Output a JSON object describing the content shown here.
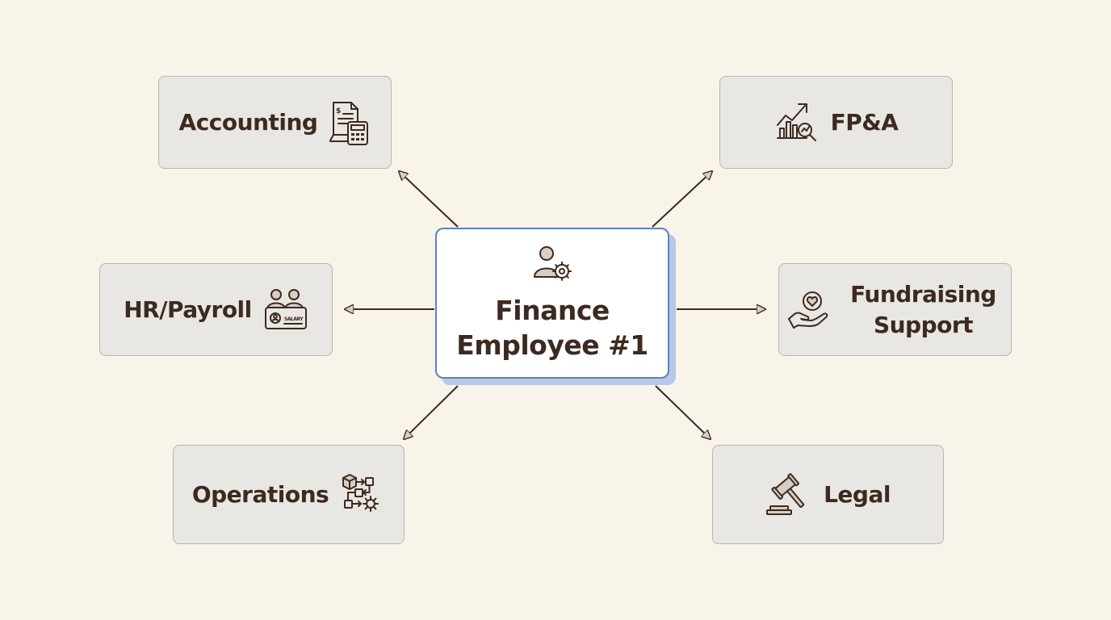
{
  "center": {
    "line1": "Finance",
    "line2": "Employee #1",
    "icon": "user-gear-icon"
  },
  "nodes": {
    "accounting": {
      "label": "Accounting",
      "icon": "ledger-calculator-icon"
    },
    "fpa": {
      "label": "FP&A",
      "icon": "growth-chart-magnifier-icon"
    },
    "hr_payroll": {
      "label": "HR/Payroll",
      "icon": "people-salary-card-icon",
      "icon_text": "SALARY"
    },
    "fundraising": {
      "label": "Fundraising Support",
      "icon": "hand-heart-icon"
    },
    "operations": {
      "label": "Operations",
      "icon": "workflow-gear-icon"
    },
    "legal": {
      "label": "Legal",
      "icon": "gavel-icon"
    }
  },
  "colors": {
    "background": "#f8f4ea",
    "node_fill": "#e9e7e3",
    "node_border": "#b9b5ae",
    "text": "#3c2a20",
    "center_border": "#5a80c8",
    "center_shadow": "#b9c8e8",
    "arrow": "#3c2a20",
    "arrowhead_fill": "#d8cfc4"
  }
}
